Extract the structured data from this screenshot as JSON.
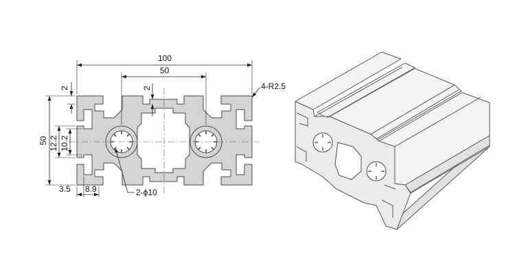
{
  "drawing": {
    "dim_overall_width": "100",
    "dim_center_spacing": "50",
    "dim_height": "50",
    "dim_wall_top": "2",
    "dim_wall_mid": "2",
    "dim_radius": "4-R2.5",
    "dim_slot_outer": "12.2",
    "dim_slot_inner": "10.2",
    "dim_left_offset": "3.5",
    "dim_slot_depth": "8.9",
    "dim_hole": "2-ϕ10"
  }
}
